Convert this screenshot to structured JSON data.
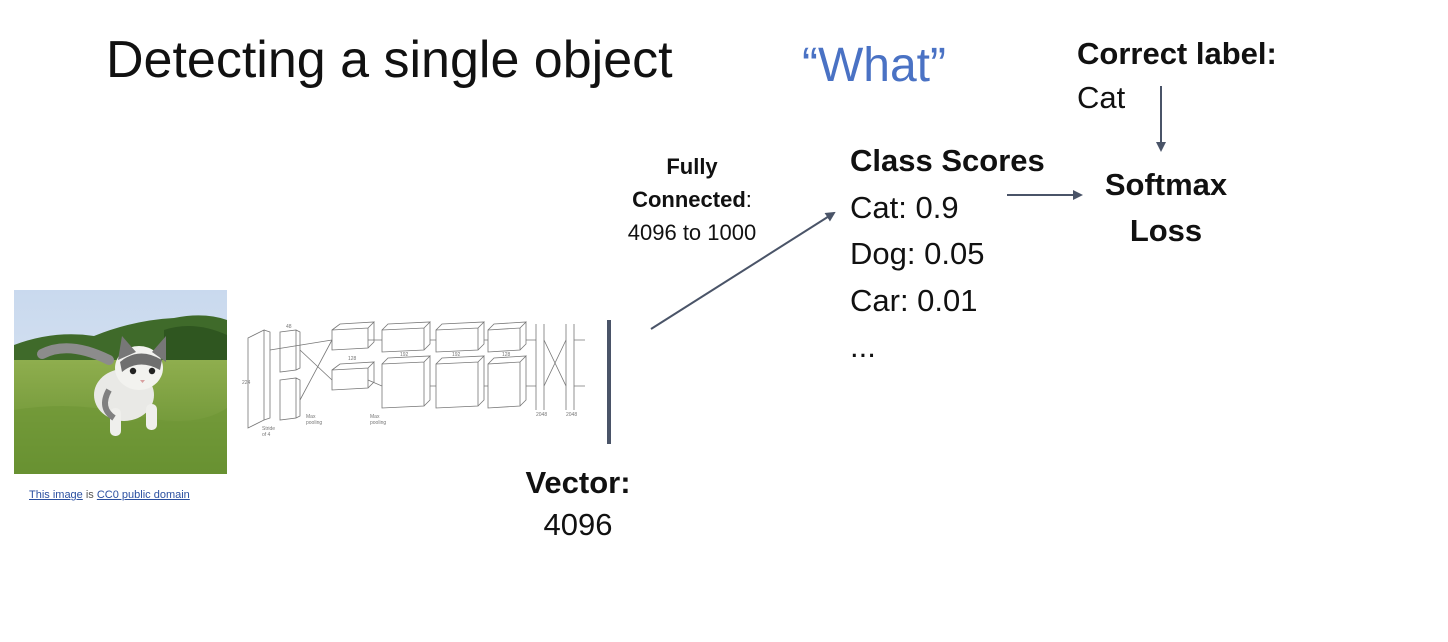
{
  "slide": {
    "title": "Detecting a single object",
    "what_label": "“What”"
  },
  "correct_label": {
    "heading": "Correct label:",
    "value": "Cat"
  },
  "fully_connected": {
    "line1": "Fully",
    "line2_bold": "Connected",
    "line2_suffix": ":",
    "line3": "4096 to 1000"
  },
  "class_scores": {
    "heading": "Class Scores",
    "items": [
      "Cat: 0.9",
      "Dog: 0.05",
      "Car: 0.01",
      "..."
    ]
  },
  "softmax": {
    "line1": "Softmax",
    "line2": "Loss"
  },
  "vector": {
    "heading": "Vector:",
    "value": "4096"
  },
  "caption": {
    "link1": "This image",
    "middle": " is ",
    "link2": "CC0 public domain"
  },
  "colors": {
    "accent_blue": "#4a72c4",
    "arrow": "#4a5468",
    "link": "#2a4fa0"
  }
}
